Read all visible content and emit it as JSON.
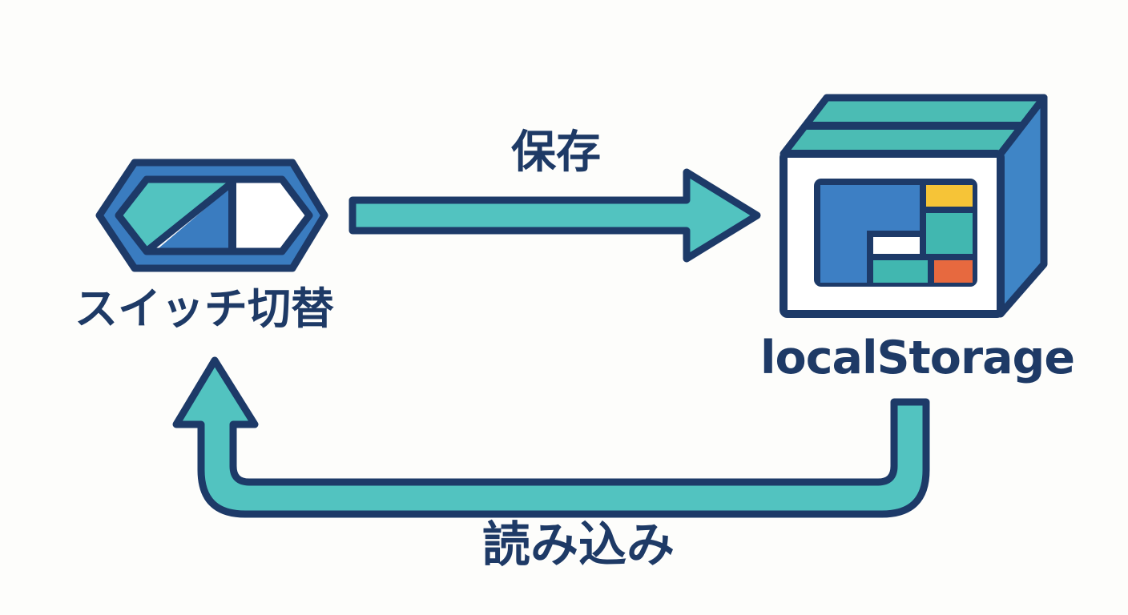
{
  "diagram": {
    "title_implied": "switch state persisted to localStorage",
    "nodes": [
      {
        "id": "toggle-switch",
        "label": "スイッチ切替",
        "icon": "toggle-switch-icon"
      },
      {
        "id": "local-storage",
        "label": "localStorage",
        "icon": "storage-box-icon"
      }
    ],
    "edges": [
      {
        "id": "save",
        "label": "保存",
        "from": "toggle-switch",
        "to": "local-storage",
        "shape": "straight-right-arrow"
      },
      {
        "id": "load",
        "label": "読み込み",
        "from": "local-storage",
        "to": "toggle-switch",
        "shape": "u-turn-return-arrow"
      }
    ]
  },
  "colors": {
    "background": "#fdfdfb",
    "navy_outline": "#1d3a68",
    "text_navy": "#1e3a66",
    "arrow_teal": "#52c3c0",
    "box_top_teal": "#4bbcb4",
    "mosaic_teal": "#41b7b0",
    "switch_blue": "#3a7cc0",
    "box_side_blue": "#3f85c6",
    "mosaic_blue": "#3d7fc4",
    "mosaic_yellow": "#f6c437",
    "mosaic_orange": "#e7693f",
    "white": "#ffffff"
  }
}
